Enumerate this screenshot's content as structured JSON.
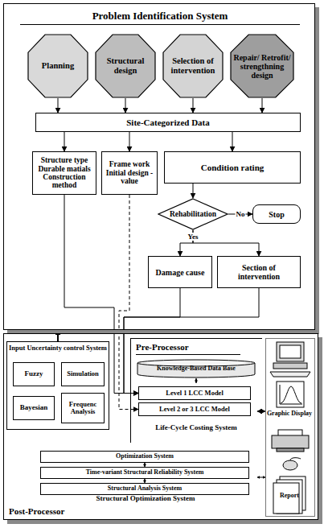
{
  "diagram": {
    "nodes": [
      {
        "text": [
          "Problem Identification System"
        ]
      },
      {
        "text": [
          "Planning"
        ],
        "in": 0
      },
      {
        "text": [
          "Structural design"
        ],
        "in": 0
      },
      {
        "text": [
          "Selection of intervention"
        ],
        "in": 0
      },
      {
        "text": [
          "Repair/ Retrofit/ strengthning design"
        ],
        "in": 0
      },
      {
        "text": [
          "Site-Categorized Data"
        ],
        "in": 0
      },
      {
        "text": [
          "Structure type Durable matials Construction method"
        ],
        "in": 0
      },
      {
        "text": [
          "Frame work Initial design - value"
        ],
        "in": 0
      },
      {
        "text": [
          "Condition rating"
        ],
        "in": 0
      },
      {
        "text": [
          "Rehabilitation"
        ],
        "in": 0
      },
      {
        "text": [
          "Stop"
        ],
        "in": 0
      },
      {
        "text": [
          "Damage cause"
        ],
        "in": 0
      },
      {
        "text": [
          "Section of intervention"
        ],
        "in": 0
      },
      {
        "text": [
          "Post-Processor"
        ]
      },
      {
        "text": [
          "Pre-Processor"
        ],
        "in": 13
      },
      {
        "text": [
          "Input Uncertainty control System"
        ],
        "in": 13
      },
      {
        "text": [
          "Fuzzy"
        ],
        "in": 15
      },
      {
        "text": [
          "Simulation"
        ],
        "in": 15
      },
      {
        "text": [
          "Bayesian"
        ],
        "in": 15
      },
      {
        "text": [
          "Frequenc Analysis"
        ],
        "in": 15
      },
      {
        "text": [
          "Knowledge-Based Data Base"
        ],
        "in": 14
      },
      {
        "text": [
          "Life-Cycle Costing System"
        ],
        "in": 14
      },
      {
        "text": [
          "Level 1 LCC Model"
        ],
        "in": 21
      },
      {
        "text": [
          "Level 2 or 3 LCC Model"
        ],
        "in": 21
      },
      {
        "text": [
          "Graphic Display",
          "Report"
        ],
        "in": 13
      },
      {
        "text": [
          "Structural Optimization System"
        ],
        "in": 13
      },
      {
        "text": [
          "Optimization System"
        ],
        "in": 25
      },
      {
        "text": [
          "Time-variant Structural Reliability System"
        ],
        "in": 25
      },
      {
        "text": [
          "Structural Analysis System"
        ],
        "in": 25
      }
    ],
    "edges": [
      {
        "from": 1,
        "to": 5,
        "arrow": "to"
      },
      {
        "from": 2,
        "to": 5,
        "arrow": "to"
      },
      {
        "from": 3,
        "to": 5,
        "arrow": "to"
      },
      {
        "from": 4,
        "to": 5,
        "arrow": "to"
      },
      {
        "from": 5,
        "to": 6,
        "arrow": "to"
      },
      {
        "from": 5,
        "to": 7,
        "arrow": "to"
      },
      {
        "from": 5,
        "to": 8,
        "arrow": "to"
      },
      {
        "from": 8,
        "to": 9,
        "arrow": "to"
      },
      {
        "from": 9,
        "to": 10,
        "label": "No",
        "arrow": "to"
      },
      {
        "from": 9,
        "to": 11,
        "label": "Yes",
        "arrow": "to"
      },
      {
        "from": 9,
        "to": 12,
        "arrow": "to"
      },
      {
        "from": 6,
        "to": 22,
        "arrow": "to"
      },
      {
        "from": 7,
        "to": 23,
        "arrow": "to"
      },
      {
        "from": 11,
        "to": 22,
        "arrow": "to"
      },
      {
        "from": 12,
        "to": 22,
        "arrow": "to"
      },
      {
        "from": 15,
        "to": 0,
        "arrow": "to"
      },
      {
        "from": 20,
        "to": 21,
        "arrow": "both"
      },
      {
        "from": 21,
        "to": 24,
        "arrow": "both"
      },
      {
        "from": 25,
        "to": 24,
        "arrow": "both"
      },
      {
        "from": 26,
        "to": 27,
        "arrow": "both"
      },
      {
        "from": 27,
        "to": 28,
        "arrow": "both"
      }
    ]
  }
}
